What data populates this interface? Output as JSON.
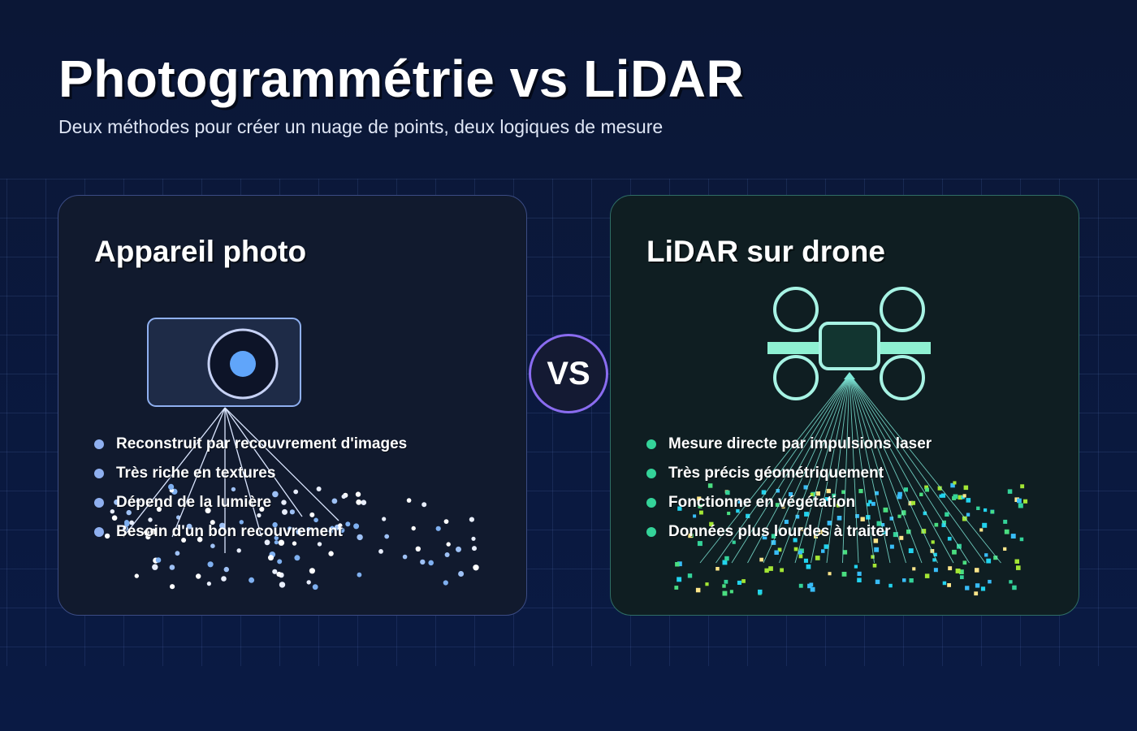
{
  "header": {
    "title": "Photogrammétrie vs LiDAR",
    "subtitle": "Deux méthodes pour créer un nuage de points, deux logiques de mesure"
  },
  "vs_label": "VS",
  "panels": {
    "photo": {
      "title": "Appareil photo",
      "accent": "#8fb0f0",
      "bullets": [
        "Reconstruit par recouvrement d'images",
        "Très riche en textures",
        "Dépend de la lumière",
        "Besoin d'un bon recouvrement"
      ]
    },
    "lidar": {
      "title": "LiDAR sur drone",
      "accent": "#34d399",
      "bullets": [
        "Mesure directe par impulsions laser",
        "Très précis géométriquement",
        "Fonctionne en végétation",
        "Données plus lourdes à traiter"
      ]
    }
  },
  "colors": {
    "background": "#0b1736",
    "vs_ring": "#8a6cf0",
    "camera_lens": "#60a5fa",
    "drone_outline": "#a7f3e4",
    "laser": "#7ee8d8"
  },
  "icons": {
    "photo_panel": "camera-icon",
    "lidar_panel": "drone-icon"
  }
}
